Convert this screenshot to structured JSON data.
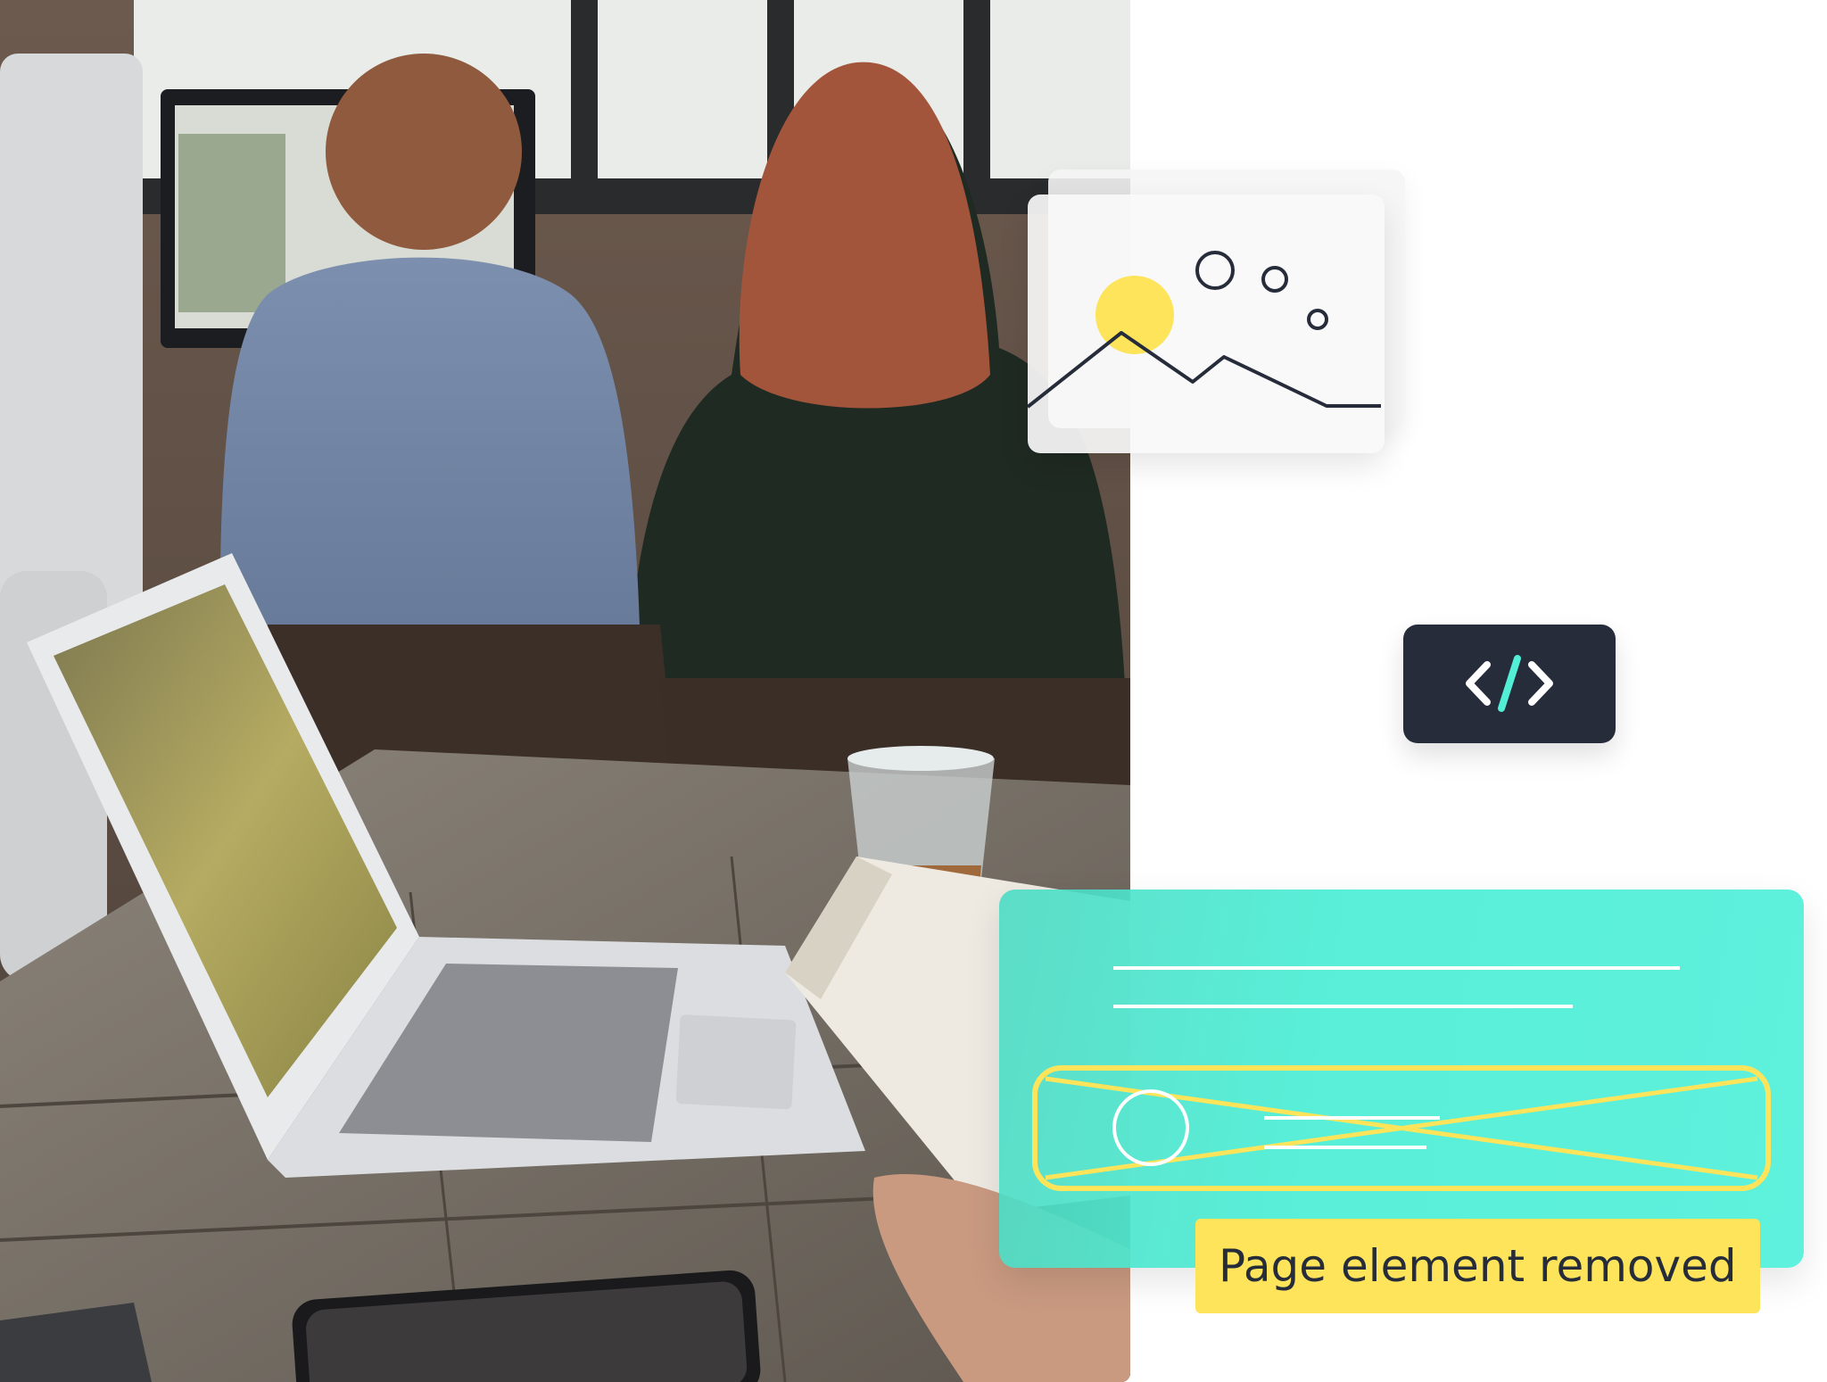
{
  "scene": {
    "photo_icon": "office-photo",
    "image_placeholder_icon": "image-placeholder-icon",
    "code_icon": "code-brackets-icon",
    "wireframe_icon": "removed-element-wireframe",
    "label": "Page element removed",
    "colors": {
      "teal": "#52eed6",
      "yellow": "#fde45a",
      "dark": "#262c3a",
      "accent_slash": "#52eed6"
    }
  }
}
